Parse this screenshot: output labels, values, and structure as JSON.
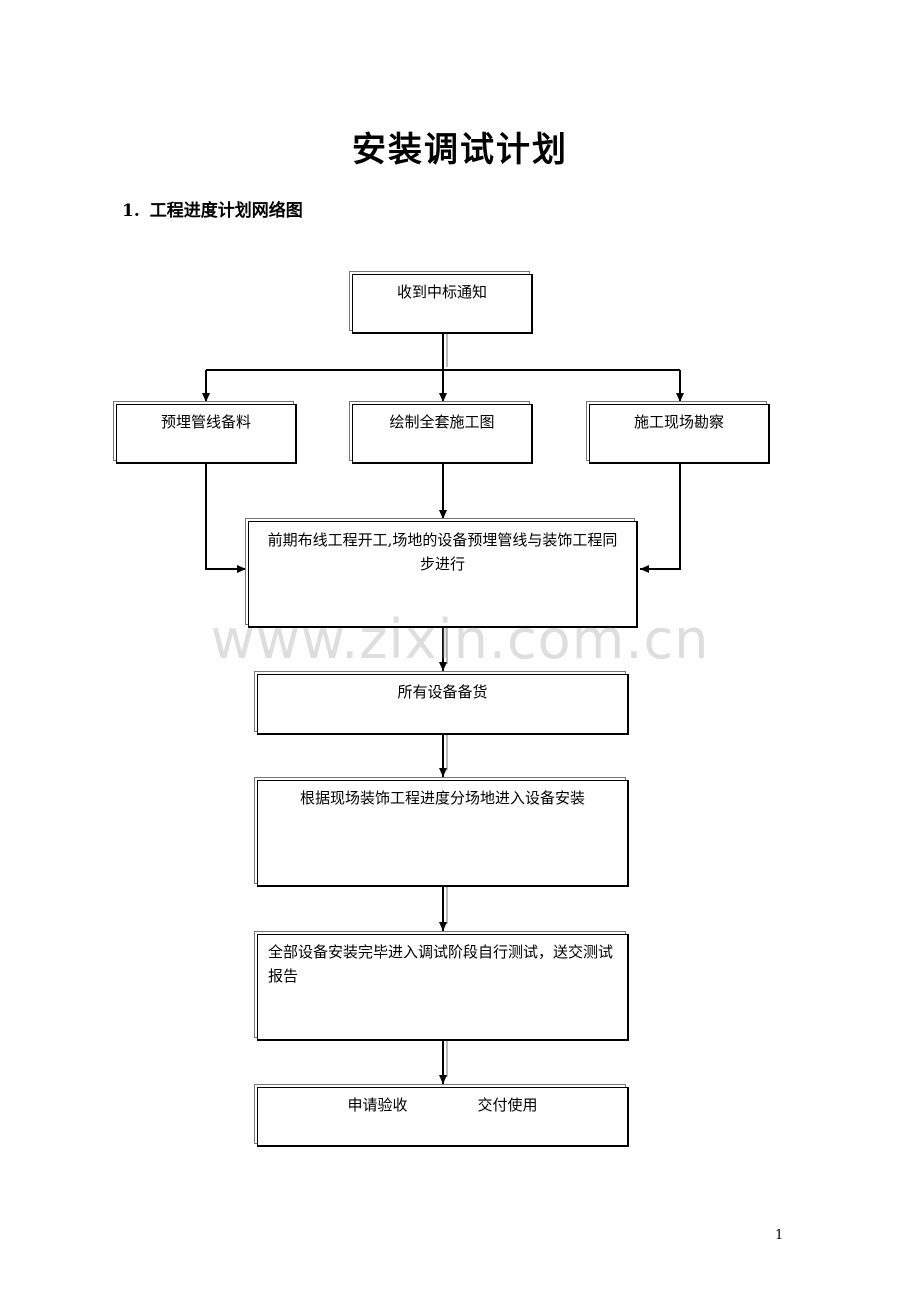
{
  "title": "安装调试计划",
  "section": {
    "number": "1.",
    "heading": "工程进度计划网络图"
  },
  "flow": {
    "start": "收到中标通知",
    "branch_left": "预埋管线备料",
    "branch_mid": "绘制全套施工图",
    "branch_right": "施工现场勘察",
    "merge": "前期布线工程开工,场地的设备预埋管线与装饰工程同步进行",
    "stock": "所有设备备货",
    "install": "根据现场装饰工程进度分场地进入设备安装",
    "test": "全部设备安装完毕进入调试阶段自行测试，送交测试报告",
    "final_a": "申请验收",
    "final_b": "交付使用"
  },
  "watermark": "www.zixin.com.cn",
  "page_number": "1"
}
